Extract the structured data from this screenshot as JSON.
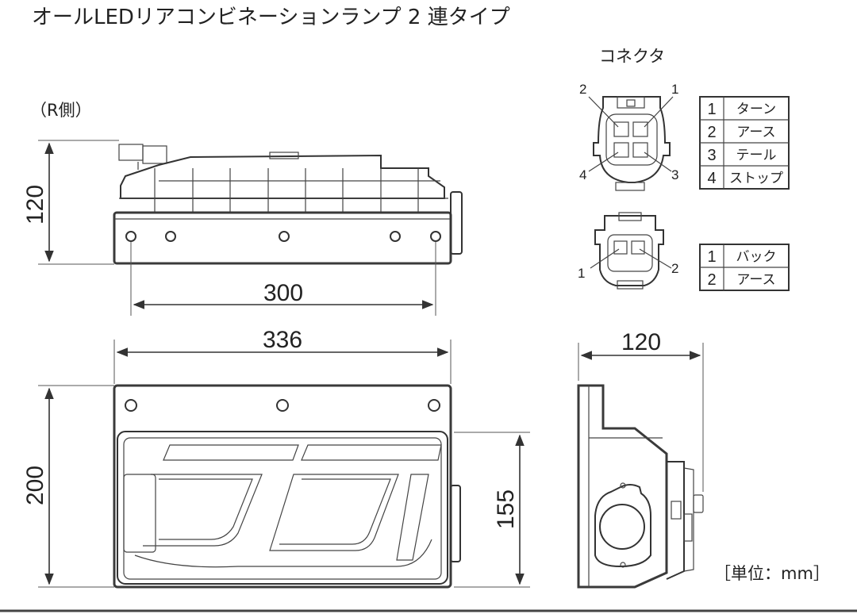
{
  "title": "オールLEDリアコンビネーションランプ 2 連タイプ",
  "side_label": "（R側）",
  "connector_heading": "コネクタ",
  "unit_label": "［単位：mm］",
  "dimensions": {
    "top_height": "120",
    "top_hole_span": "300",
    "total_width": "336",
    "front_height": "200",
    "lens_height": "155",
    "side_depth": "120"
  },
  "connector_4pin": {
    "pin_marks": [
      "2",
      "1",
      "4",
      "3"
    ],
    "table": [
      {
        "no": "1",
        "name": "ターン"
      },
      {
        "no": "2",
        "name": "アース"
      },
      {
        "no": "3",
        "name": "テール"
      },
      {
        "no": "4",
        "name": "ストップ"
      }
    ]
  },
  "connector_2pin": {
    "pin_marks": [
      "1",
      "2"
    ],
    "table": [
      {
        "no": "1",
        "name": "バック"
      },
      {
        "no": "2",
        "name": "アース"
      }
    ]
  }
}
